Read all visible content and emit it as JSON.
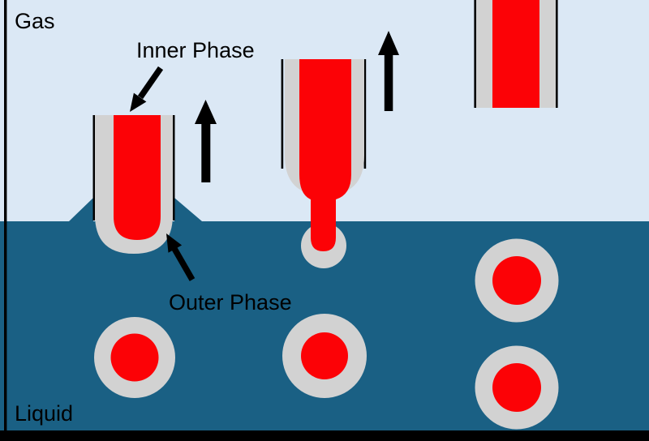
{
  "figure": {
    "region_labels": {
      "gas": "Gas",
      "liquid": "Liquid"
    },
    "annotations": {
      "inner_phase": "Inner Phase",
      "outer_phase": "Outer Phase"
    },
    "icons": {
      "up_arrow": "upward motion arrow",
      "inner_phase_pointer": "arrow pointing to inner (red) phase",
      "outer_phase_pointer": "arrow pointing to outer (gray) phase"
    }
  },
  "colors": {
    "gas-bg": "#dbe8f5",
    "liquid": "#1a6084",
    "inner-red": "#fc0206",
    "outer-gray": "#d2d2d2",
    "outline": "#000000"
  }
}
